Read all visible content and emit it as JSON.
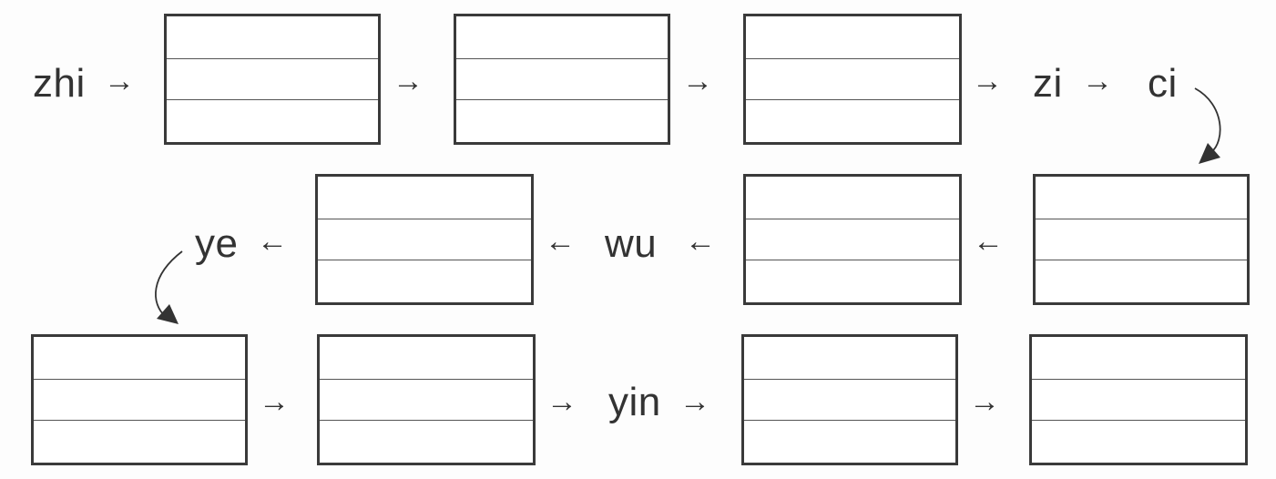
{
  "title": "Pinyin syllable chain",
  "nodes": {
    "zhi": "zhi",
    "zi": "zi",
    "ci": "ci",
    "wu": "wu",
    "ye": "ye",
    "yin": "yin"
  },
  "arrows": {
    "right": "→",
    "left": "←"
  },
  "sequence": [
    "zhi",
    "[blank]",
    "[blank]",
    "[blank]",
    "zi",
    "ci",
    "[blank]",
    "[blank]",
    "wu",
    "[blank]",
    "ye",
    "[blank]",
    "[blank]",
    "yin",
    "[blank]",
    "[blank]"
  ],
  "blank_box_count": 10
}
